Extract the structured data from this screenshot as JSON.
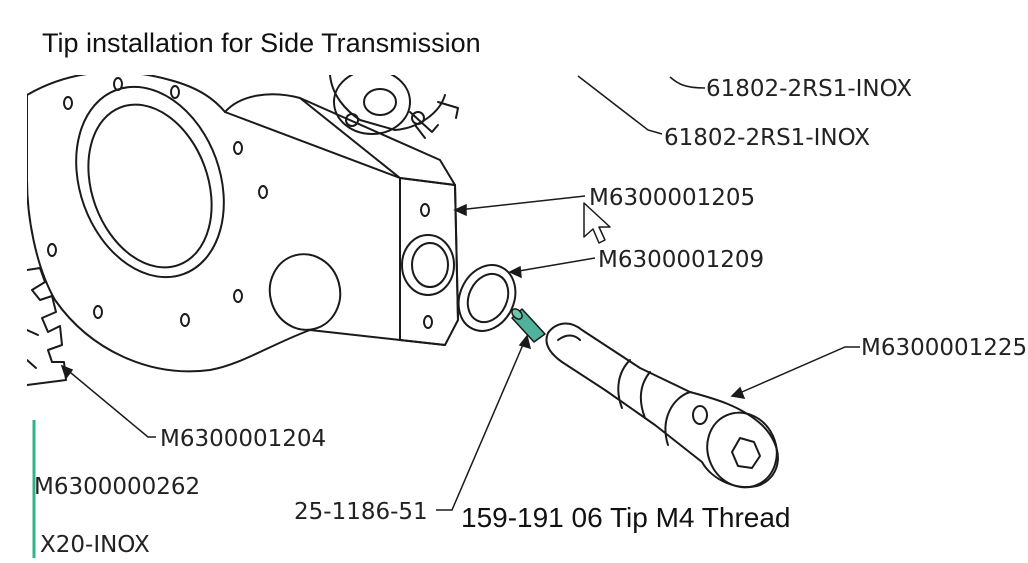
{
  "title": "Tip installation for Side Transmission",
  "caption": "159-191 06 Tip M4 Thread",
  "labels": {
    "bearing_top": "61802-2RS1-INOX",
    "bearing_second": "61802-2RS1-INOX",
    "housing": "M6300001205",
    "washer": "M6300001209",
    "shaft": "M6300001225",
    "arm": "M6300001204",
    "left_part": "M6300000262",
    "left_partial": "X20-INOX",
    "tip": "25-1186-51"
  },
  "colors": {
    "tip": "#4fb29a",
    "accent_line": "#2fb38a",
    "line": "#1a1a1a"
  }
}
